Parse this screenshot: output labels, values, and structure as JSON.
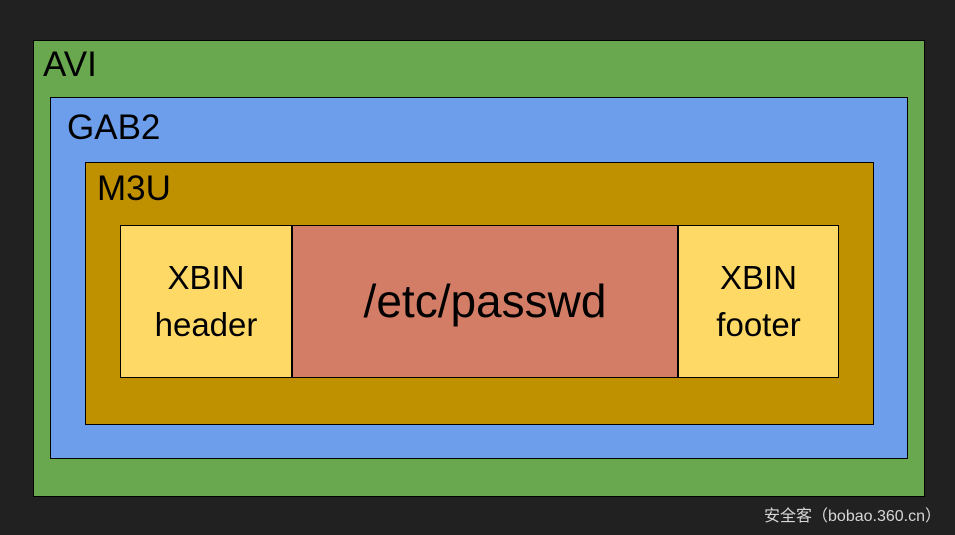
{
  "diagram": {
    "layers": [
      {
        "id": "avi",
        "label": "AVI",
        "color_key": "avi_green"
      },
      {
        "id": "gab2",
        "label": "GAB2",
        "color_key": "gab2_blue"
      },
      {
        "id": "m3u",
        "label": "M3U",
        "color_key": "m3u_gold"
      }
    ],
    "segments": [
      {
        "id": "xbin-header",
        "label": "XBIN\nheader",
        "color_key": "xbin_yellow"
      },
      {
        "id": "payload",
        "label": "/etc/passwd",
        "color_key": "payload_red"
      },
      {
        "id": "xbin-footer",
        "label": "XBIN\nfooter",
        "color_key": "xbin_yellow"
      }
    ]
  },
  "watermark": {
    "text": "安全客（bobao.360.cn）"
  },
  "colors": {
    "background": "#212121",
    "border": "#000000",
    "avi_green": "#6aa84f",
    "gab2_blue": "#6d9eeb",
    "m3u_gold": "#bf9000",
    "xbin_yellow": "#ffd966",
    "payload_red": "#d47d66",
    "text": "#000000",
    "watermark_text": "#d6d6d6"
  }
}
